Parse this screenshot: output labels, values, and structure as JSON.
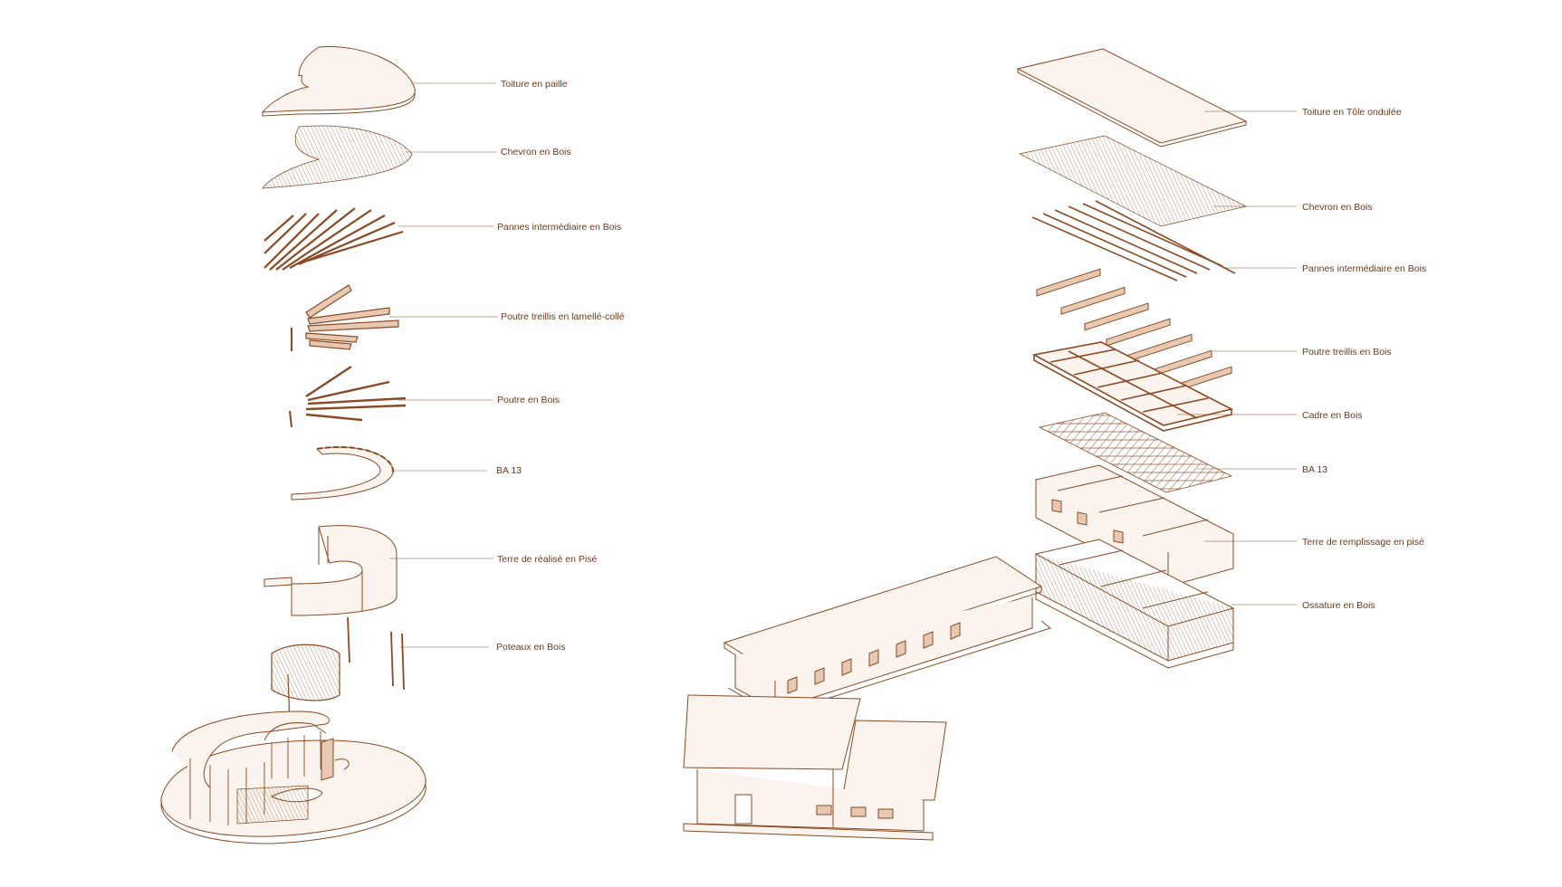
{
  "colors": {
    "line": "#8a4a24",
    "text": "#6b3a1e",
    "fill_light": "#fbf4ee",
    "fill_mid": "#e7c9b2",
    "background": "#ffffff"
  },
  "left_diagram": {
    "labels": [
      "Toiture en paille",
      "Chevron en Bois",
      "Pannes intermédiaire en Bois",
      "Poutre treillis en lamellé-collé",
      "Poutre en Bois",
      "BA 13",
      "Terre de réalisé en Pisé",
      "Poteaux en Bois"
    ]
  },
  "right_diagram": {
    "labels": [
      "Toiture en Tôle ondulée",
      "Chevron en Bois",
      "Pannes intermédiaire en Bois",
      "Poutre treillis en Bois",
      "Cadre en Bois",
      "BA 13",
      "Terre de remplissage en pisé",
      "Ossature en Bois"
    ]
  }
}
